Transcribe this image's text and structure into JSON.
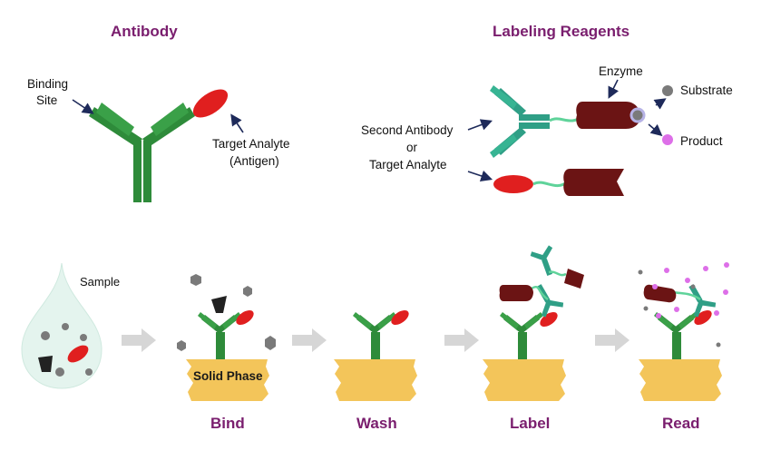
{
  "headers": {
    "antibody": "Antibody",
    "labeling_reagents": "Labeling Reagents"
  },
  "antibody_labels": {
    "binding_site_line1": "Binding",
    "binding_site_line2": "Site",
    "target_analyte": "Target Analyte",
    "antigen": "(Antigen)"
  },
  "reagent_labels": {
    "enzyme": "Enzyme",
    "substrate": "Substrate",
    "product": "Product",
    "second_antibody": "Second Antibody",
    "or": "or",
    "target_analyte": "Target Analyte"
  },
  "process": {
    "sample": "Sample",
    "solid_phase": "Solid Phase",
    "steps": [
      "Bind",
      "Wash",
      "Label",
      "Read"
    ]
  },
  "colors": {
    "heading": "#7a1e6e",
    "antibody_green": "#2e8b3a",
    "antibody_teal": "#2f9f86",
    "analyte_red": "#e01f1f",
    "enzyme_maroon": "#6b1414",
    "solid_phase": "#f3c55a",
    "arrow_gray": "#d6d6d6",
    "substrate_gray": "#7a7a7a",
    "product_pink": "#dd6fe8"
  }
}
